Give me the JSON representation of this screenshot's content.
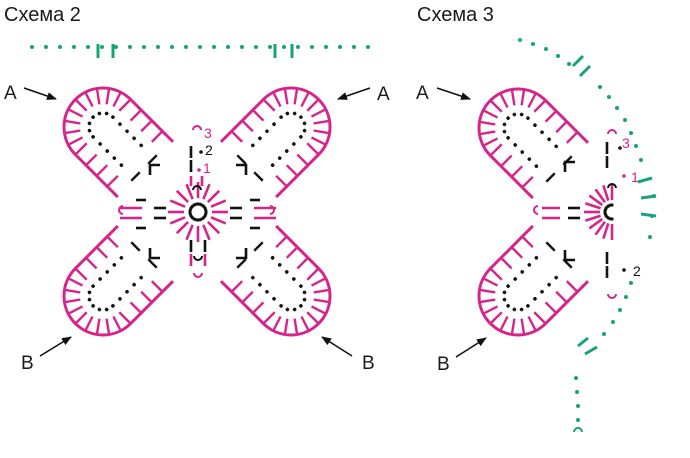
{
  "colors": {
    "pink": "#d6248a",
    "black": "#111111",
    "green": "#17a37a"
  },
  "scheme2": {
    "title": "Схема 2",
    "labels": {
      "a_left": "A",
      "a_right": "A",
      "b_left": "B",
      "b_right": "B"
    },
    "rounds": {
      "r1": "1",
      "r2": "2",
      "r3": "3"
    }
  },
  "scheme3": {
    "title": "Схема 3",
    "labels": {
      "a": "A",
      "b": "B"
    },
    "rounds": {
      "r1": "1",
      "r2": "2",
      "r3": "3"
    }
  }
}
